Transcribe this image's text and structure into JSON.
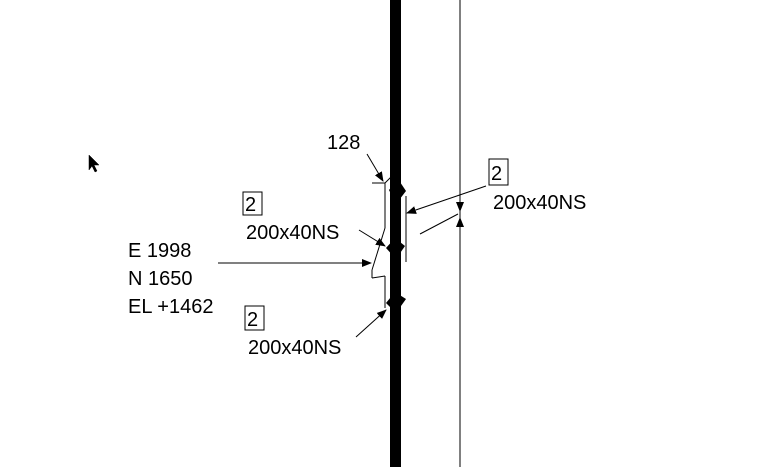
{
  "drawing": {
    "item_number": "128",
    "callout_top_left": {
      "tag": "2",
      "size": "200x40NS"
    },
    "callout_right": {
      "tag": "2",
      "size": "200x40NS"
    },
    "callout_bottom": {
      "tag": "2",
      "size": "200x40NS"
    },
    "coordinates": {
      "easting": "E 1998",
      "northing": "N 1650",
      "elevation": "EL +1462"
    },
    "line_color": "#000000",
    "background": "#ffffff"
  }
}
